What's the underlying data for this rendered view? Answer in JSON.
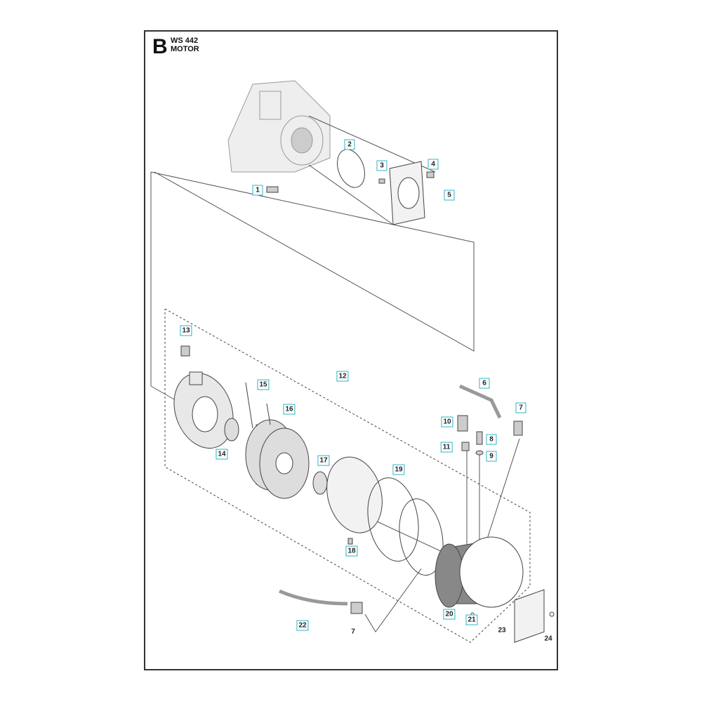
{
  "header": {
    "section": "B",
    "model": "WS 442",
    "title": "MOTOR"
  },
  "colors": {
    "label_border": "#2cb5c8",
    "line": "#444444"
  },
  "callouts": [
    {
      "num": "1",
      "boxed": true
    },
    {
      "num": "2",
      "boxed": true
    },
    {
      "num": "3",
      "boxed": true
    },
    {
      "num": "4",
      "boxed": true
    },
    {
      "num": "5",
      "boxed": true
    },
    {
      "num": "6",
      "boxed": true
    },
    {
      "num": "7",
      "boxed": true
    },
    {
      "num": "8",
      "boxed": true
    },
    {
      "num": "9",
      "boxed": true
    },
    {
      "num": "10",
      "boxed": true
    },
    {
      "num": "11",
      "boxed": true
    },
    {
      "num": "12",
      "boxed": true
    },
    {
      "num": "13",
      "boxed": true
    },
    {
      "num": "14",
      "boxed": true
    },
    {
      "num": "15",
      "boxed": true
    },
    {
      "num": "16",
      "boxed": true
    },
    {
      "num": "17",
      "boxed": true
    },
    {
      "num": "18",
      "boxed": true
    },
    {
      "num": "19",
      "boxed": true
    },
    {
      "num": "20",
      "boxed": true
    },
    {
      "num": "21",
      "boxed": true
    },
    {
      "num": "22",
      "boxed": true
    },
    {
      "num": "7",
      "boxed": false
    },
    {
      "num": "23",
      "boxed": false
    },
    {
      "num": "24",
      "boxed": false
    }
  ]
}
